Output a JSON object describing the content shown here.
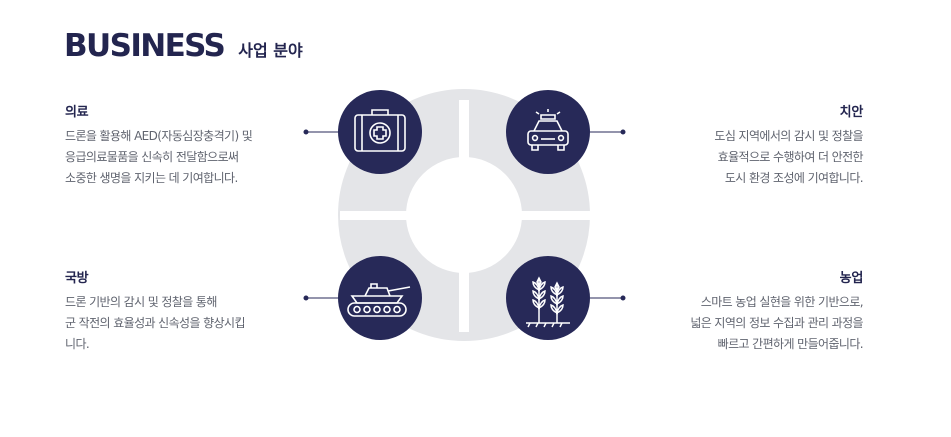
{
  "header": {
    "title_en": "BUSINESS",
    "title_ko": "사업 분야"
  },
  "items": [
    {
      "name": "의료",
      "icon": "medical-kit-icon",
      "desc": [
        "드론을 활용해 AED(자동심장충격기) 및",
        "응급의료물품을 신속히 전달함으로써",
        "소중한 생명을 지키는 데 기여합니다."
      ]
    },
    {
      "name": "치안",
      "icon": "police-car-icon",
      "desc": [
        "도심 지역에서의 감시 및 정찰을",
        "효율적으로 수행하여 더 안전한",
        "도시 환경 조성에 기여합니다."
      ]
    },
    {
      "name": "국방",
      "icon": "tank-icon",
      "desc": [
        "드론 기반의 감시 및 정찰을 통해",
        "군 작전의 효율성과 신속성을 향상시킵",
        "니다."
      ]
    },
    {
      "name": "농업",
      "icon": "wheat-icon",
      "desc": [
        "스마트 농업 실현을 위한 기반으로,",
        "넓은 지역의 정보 수집과 관리 과정을",
        "빠르고 간편하게 만들어줍니다."
      ]
    }
  ],
  "colors": {
    "navy": "#272958",
    "ring": "#e4e5e8",
    "text": "#60646f"
  }
}
